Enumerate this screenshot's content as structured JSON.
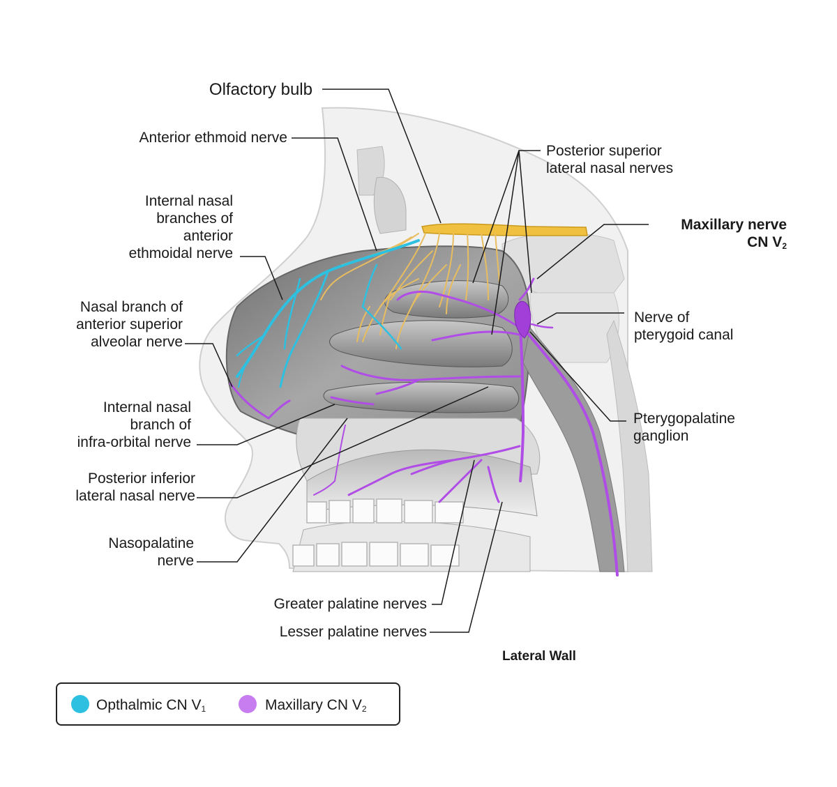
{
  "labels": {
    "olfactory_bulb": "Olfactory bulb",
    "anterior_ethmoid": "Anterior ethmoid nerve",
    "internal_nasal_ae": [
      "Internal nasal",
      "branches of",
      "anterior",
      "ethmoidal nerve"
    ],
    "nasal_branch_asa": [
      "Nasal branch of",
      "anterior superior",
      "alveolar nerve"
    ],
    "internal_nasal_io": [
      "Internal nasal",
      "branch of",
      "infra-orbital nerve"
    ],
    "posterior_inferior": [
      "Posterior inferior",
      "lateral nasal nerve"
    ],
    "nasopalatine": [
      "Nasopalatine",
      "nerve"
    ],
    "greater_palatine": "Greater palatine nerves",
    "lesser_palatine": "Lesser palatine nerves",
    "posterior_superior": [
      "Posterior superior",
      "lateral nasal nerves"
    ],
    "maxillary_nerve": "Maxillary nerve",
    "maxillary_cn_prefix": "CN V",
    "maxillary_cn_sub": "2",
    "pterygoid_canal": [
      "Nerve of",
      "pterygoid canal"
    ],
    "pterygopalatine": [
      "Pterygopalatine",
      "ganglion"
    ],
    "lateral_wall": "Lateral Wall"
  },
  "legend": {
    "items": [
      {
        "prefix": "Opthalmic CN V",
        "sub": "1",
        "color": "#2ec0e0"
      },
      {
        "prefix": "Maxillary CN V",
        "sub": "2",
        "color": "#c77cf0"
      }
    ]
  },
  "colors": {
    "ophthalmic": "#2ec0e0",
    "maxillary": "#b04de6",
    "olfactory": "#e8b84a",
    "tissue": "#9a9a9a",
    "bone": "#e2e2e2"
  }
}
